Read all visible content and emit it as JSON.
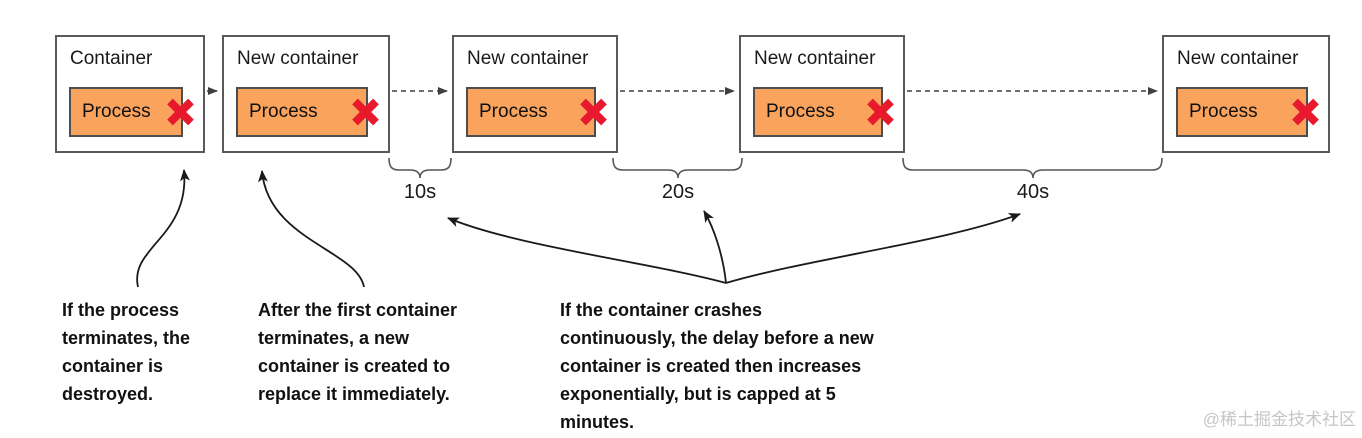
{
  "diagram": {
    "boxes": [
      {
        "label": "Container",
        "process": "Process"
      },
      {
        "label": "New container",
        "process": "Process"
      },
      {
        "label": "New container",
        "process": "Process"
      },
      {
        "label": "New container",
        "process": "Process"
      },
      {
        "label": "New container",
        "process": "Process"
      }
    ],
    "delays": [
      {
        "label": "10s"
      },
      {
        "label": "20s"
      },
      {
        "label": "40s"
      }
    ],
    "annotations": [
      {
        "text": "If the process\nterminates, the\ncontainer is\ndestroyed."
      },
      {
        "text": "After the first container\nterminates, a new\ncontainer is created to\nreplace it immediately."
      },
      {
        "text": "If the container crashes\ncontinuously, the delay before a new\ncontainer is created then increases\nexponentially, but is capped at 5\nminutes."
      }
    ],
    "watermark": "@稀土掘金技术社区",
    "colors": {
      "process_fill": "#F9A35C",
      "process_border": "#4D4D4D",
      "box_border": "#595959",
      "crash_x": "#E8192C",
      "connector": "#3F3F3F",
      "annotation_line": "#1A1A1A",
      "watermark": "#C3C6C8"
    }
  }
}
